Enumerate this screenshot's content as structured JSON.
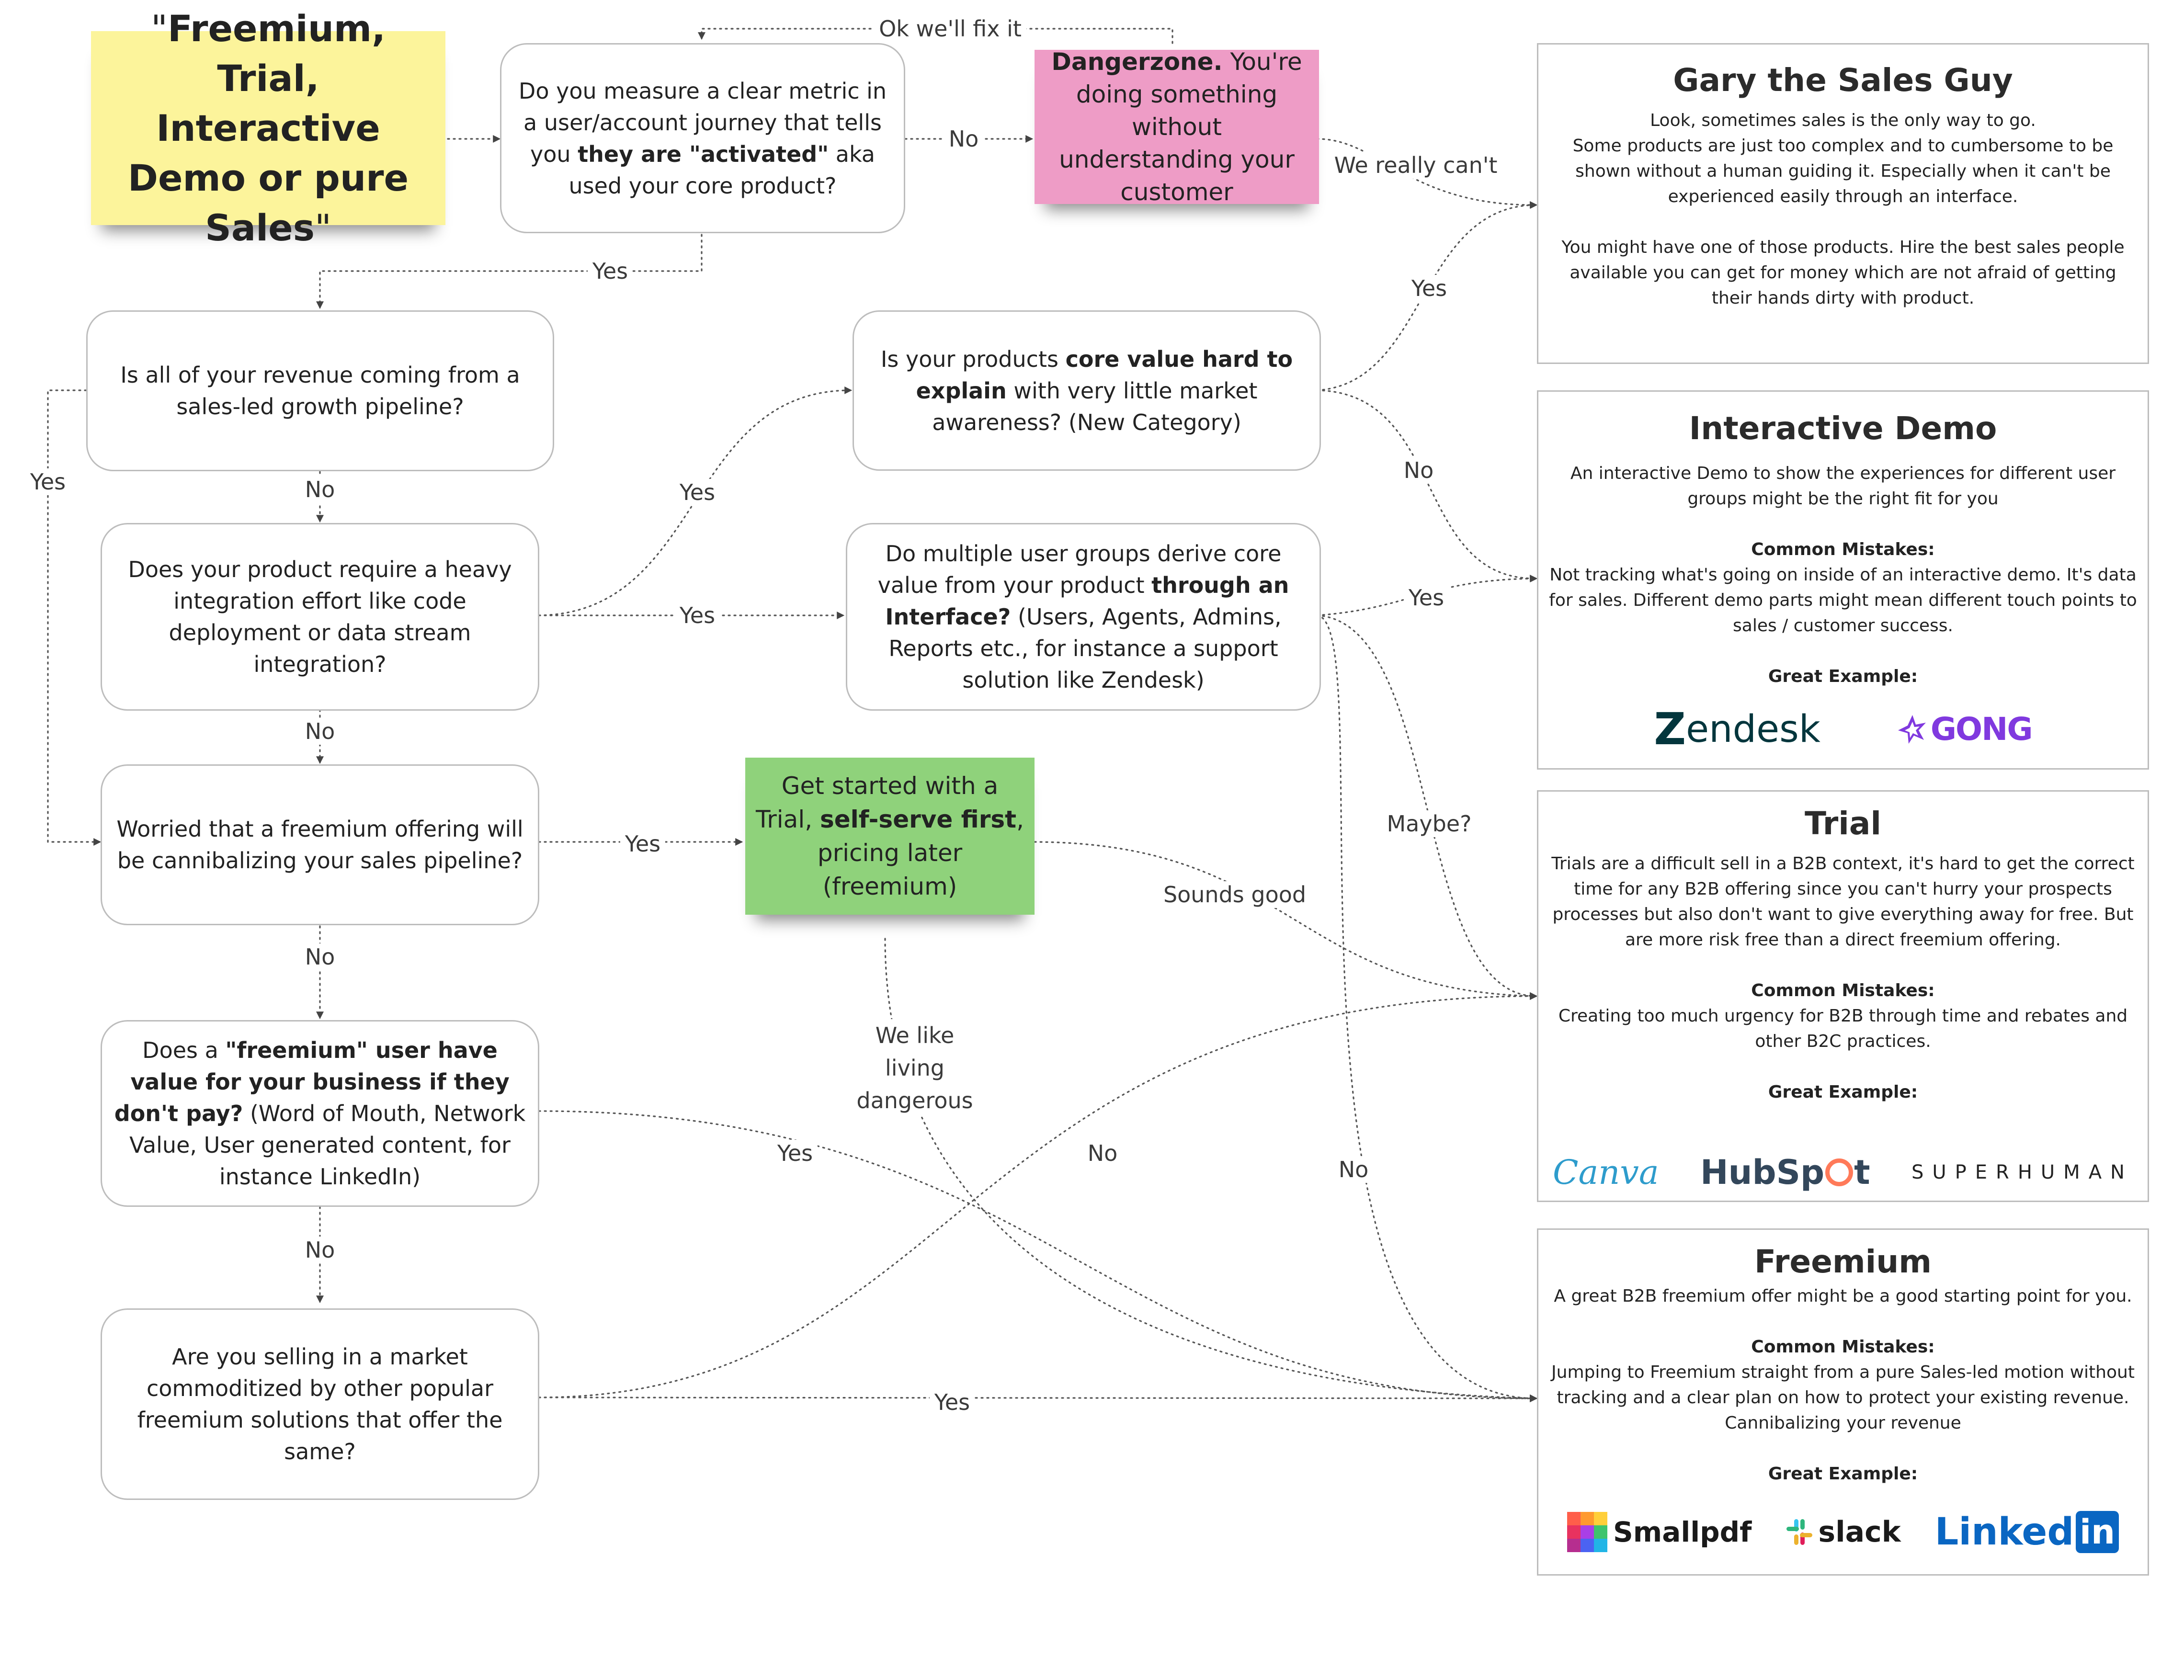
{
  "title": {
    "pre": "\"",
    "bold": "Freemium, Trial, Interactive Demo or pure Sales",
    "post": "\""
  },
  "nodes": {
    "measure_metric": {
      "a": "Do you measure a clear metric in a user/account journey that tells you ",
      "b": "they are \"activated\"",
      "c": " aka used your core product?"
    },
    "dangerzone": {
      "bold": "Dangerzone.",
      "rest": " You're doing something without understanding your customer"
    },
    "revenue_sales_led": {
      "text": "Is all of your revenue coming from a sales-led growth pipeline?"
    },
    "heavy_integration": {
      "text": "Does your product require a heavy integration effort like code deployment or data stream integration?"
    },
    "core_value_hard": {
      "a": "Is your products ",
      "b": "core value hard to explain",
      "c": " with very little market awareness? (New Category)"
    },
    "multiple_user_groups": {
      "a": "Do multiple user groups derive core value from your product ",
      "b": "through an Interface?",
      "c": " (Users, Agents, Admins, Reports etc., for instance a support solution like Zendesk)"
    },
    "worried_freemium": {
      "text": "Worried that a freemium offering will be cannibalizing your sales pipeline?"
    },
    "trial_self_serve": {
      "a": "Get started with a Trial, ",
      "b": "self-serve first",
      "c": ", pricing later (freemium)"
    },
    "freemium_value": {
      "a": "Does a ",
      "b": "\"freemium\" user have value for your business if they don't pay?",
      "c": " (Word of Mouth, Network Value, User generated content, for instance LinkedIn)"
    },
    "commoditized_market": {
      "text": "Are you selling in a market commoditized by other popular freemium solutions that offer the same?"
    }
  },
  "edge_labels": {
    "ok_fix": "Ok we'll fix it",
    "no_danger": "No",
    "yes_metric": "Yes",
    "really_cant": "We really can't",
    "yes_revenue": "Yes",
    "no_revenue": "No",
    "yes_core_value": "Yes",
    "yes_multi_groups": "Yes",
    "no_integration": "No",
    "yes_gary": "Yes",
    "no_core_value": "No",
    "yes_interactive": "Yes",
    "maybe": "Maybe?",
    "yes_worried": "Yes",
    "sounds_good": "Sounds good",
    "no_worried": "No",
    "living_dangerous": "We like living dangerous",
    "yes_freemium_value": "Yes",
    "no_freemium_value": "No",
    "no_commoditized": "No",
    "no_multi_groups": "No",
    "yes_commoditized": "Yes"
  },
  "panels": {
    "gary": {
      "title": "Gary the Sales Guy",
      "p1": "Look, sometimes sales is the only way to go.",
      "p2": "Some products are just too complex and to cumbersome to be shown without a human guiding it. Especially when it can't be experienced easily through an interface.",
      "p3": "You might have one of those products. Hire the best sales people available you can get for money which are not afraid of getting their hands dirty with product."
    },
    "interactive_demo": {
      "title": "Interactive Demo",
      "p1": "An interactive Demo to show the experiences for different user groups might be the right fit for you",
      "mistakes_heading": "Common Mistakes:",
      "mistakes": "Not tracking what's going on inside of an interactive demo. It's data for sales. Different demo parts might mean different touch points to sales / customer success.",
      "example_heading": "Great Example:",
      "logos": [
        "Zendesk",
        "GONG"
      ]
    },
    "trial": {
      "title": "Trial",
      "p1": "Trials are a difficult sell in a B2B context, it's hard to get the correct time for any B2B offering since you can't hurry your prospects processes but also don't want to give everything away for free. But are more risk free than a direct freemium offering.",
      "mistakes_heading": "Common Mistakes:",
      "mistakes": "Creating too much urgency for B2B through time and rebates and other B2C practices.",
      "example_heading": "Great Example:",
      "logos": [
        "Canva",
        "HubSpot",
        "SUPERHUMAN"
      ]
    },
    "freemium": {
      "title": "Freemium",
      "p1": "A great B2B freemium offer might be a good starting point for you.",
      "mistakes_heading": "Common Mistakes:",
      "mistakes": "Jumping to Freemium straight from a pure Sales-led motion without tracking and a clear plan on how to protect your existing revenue. Cannibalizing your revenue",
      "example_heading": "Great Example:",
      "logos": [
        "Smallpdf",
        "slack",
        "LinkedIn"
      ]
    }
  },
  "logo_text": {
    "zendesk_mark": "Z",
    "zendesk_word": "endesk",
    "gong": "GONG",
    "canva": "Canva",
    "hubspot_a": "HubSp",
    "hubspot_b": "t",
    "superhuman": "SUPERHUMAN",
    "smallpdf": "Smallpdf",
    "slack": "slack",
    "linkedin_a": "Linked",
    "linkedin_b": "in"
  },
  "colors": {
    "yellow_note": "#fcf49b",
    "pink_note": "#ee9cc6",
    "green_note": "#8fd27b",
    "border": "#bdbdbd",
    "connector": "#555555",
    "zendesk": "#03363d",
    "gong": "#8039df",
    "canva": "#2e9ccc",
    "hubspot": "#33475b",
    "hubspot_orange": "#ff7a59",
    "linkedin": "#0a66c2"
  }
}
